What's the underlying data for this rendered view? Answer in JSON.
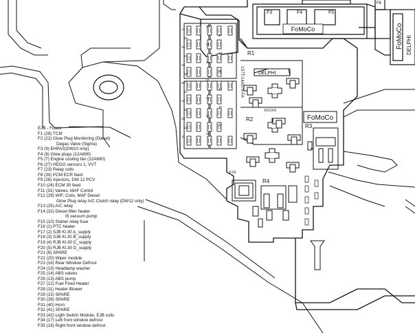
{
  "diagram": {
    "brand": "FoMoCo",
    "delphi": "DELPHI",
    "relay_code_1": "1S7T-14A076-FA",
    "relay_mark": "XXXXX",
    "relay_labels": [
      "R1",
      "R2",
      "R3",
      "R4"
    ],
    "top_fuse_labels": [
      "F3",
      "F4",
      "F5"
    ],
    "f6_label": "F6",
    "f16_label": "F16",
    "column_numbers": [
      "26",
      "27",
      "28",
      "29",
      "30",
      "31",
      "32",
      "33",
      "34",
      "35",
      "36",
      "37",
      "38"
    ],
    "left_numbers": [
      "14",
      "15",
      "16",
      "17",
      "18",
      "19",
      "20",
      "21",
      "22",
      "12",
      "10",
      "13",
      "11"
    ]
  },
  "legend": {
    "title": "EJB - Fuses",
    "lines": [
      "F1 (28) TCM",
      "F2 (22) Glow Plug Monitoring (Diesel)",
      "Degas Valve (Sigma)",
      "F3 (9) EHPAS(DW10 only)",
      "F4 (8) Glow plugs (12A690)",
      "F5 (7) Engine cooling fan (12A690)",
      "F6 (27) HEGO sensors 1, VVT",
      "F7 (23) Relay coils",
      "F8 (30) PCM ECR feed",
      "F9 (28) Injectors, DW 12 PCV",
      "F10 (24) ECM 30 feed",
      "F11 (31) Valves, MAF Contol",
      "F12 (29) WIF, Coils, MAF Diesel",
      "Glow Plug relay A/C Clutch relay (DW12 only)",
      "F13 (25) A/C relay",
      "F14 (32) Diesel filter heater",
      "I5 vacuum pump",
      "F15 (10) Starter relay fuse",
      "F16 (1) PTC heater",
      "F17 (2) SJB Kl.30 A_supply",
      "F18 (3) SJB Kl.30 B_supply",
      "F19 (4) RJB Kl.30 C_supply",
      "F20 (5) RJB Kl.30 D_supply",
      "F21 (6) SPARE",
      "F22 (20) Wiper module",
      "F23 (16) Rear Window Defrost",
      "F24 (19) Headlamp washer",
      "F25 (14) ABS valves",
      "F26 (13) ABS pump",
      "F27 (12) Fuel Fired Heater",
      "F28 (11) Heater Blower",
      "F29 (15) SPARE",
      "F30 (39) SPARE",
      "F31 (40) Horn",
      "F32 (41) SPARE",
      "F33 (42) Ligth Switch Module, EJB coils",
      "F34 (17) Left front window defrost",
      "F35 (18) Right front window defrost"
    ]
  }
}
